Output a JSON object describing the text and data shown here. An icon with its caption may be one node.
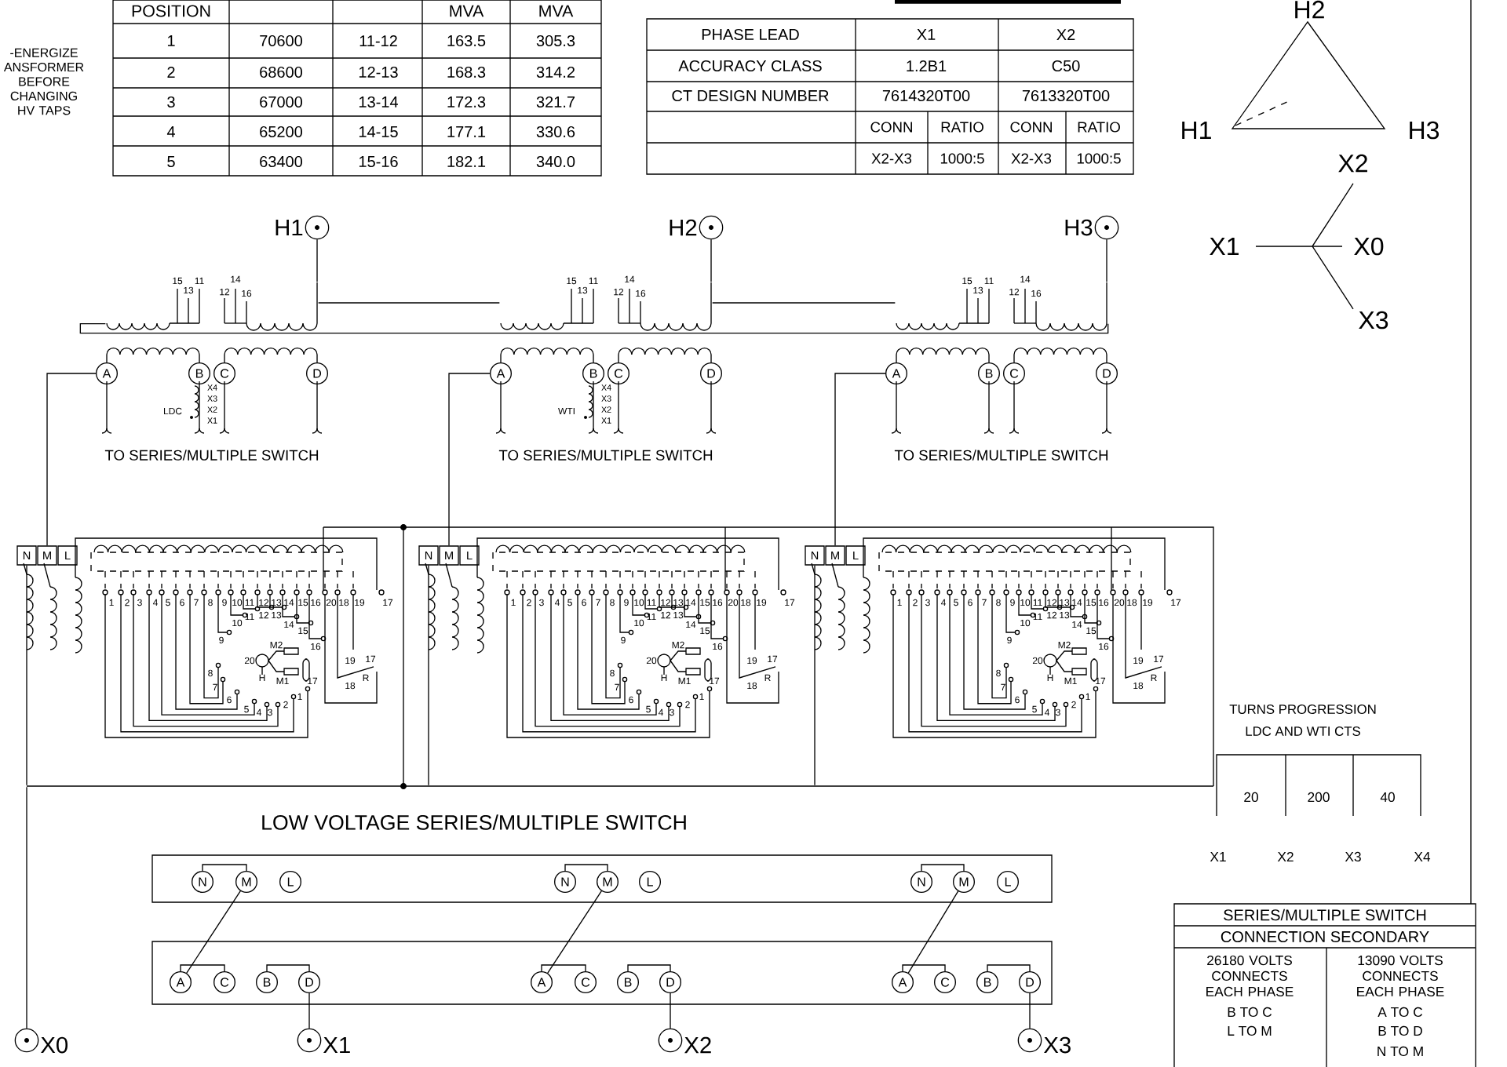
{
  "diagram": {
    "nodes": [
      {
        "text": [],
        "shape": "circle",
        "beside": [
          "H1"
        ]
      },
      {
        "text": [],
        "shape": "circle",
        "beside": [
          "H2"
        ]
      },
      {
        "text": [],
        "shape": "circle",
        "beside": [
          "H3"
        ]
      },
      {
        "text": [
          "A"
        ]
      },
      {
        "text": [
          "B"
        ]
      },
      {
        "text": [
          "C"
        ]
      },
      {
        "text": [
          "D"
        ]
      },
      {
        "text": [
          "A"
        ]
      },
      {
        "text": [
          "B"
        ]
      },
      {
        "text": [
          "C"
        ]
      },
      {
        "text": [
          "D"
        ]
      },
      {
        "text": [
          "A"
        ]
      },
      {
        "text": [
          "B"
        ]
      },
      {
        "text": [
          "C"
        ]
      },
      {
        "text": [
          "D"
        ]
      },
      {
        "text": [
          "N"
        ]
      },
      {
        "text": [
          "M"
        ]
      },
      {
        "text": [
          "L"
        ]
      },
      {
        "text": [
          "N"
        ]
      },
      {
        "text": [
          "M"
        ]
      },
      {
        "text": [
          "L"
        ]
      },
      {
        "text": [
          "N"
        ]
      },
      {
        "text": [
          "M"
        ]
      },
      {
        "text": [
          "L"
        ]
      },
      {
        "text": [
          "N"
        ]
      },
      {
        "text": [
          "M"
        ]
      },
      {
        "text": [
          "L"
        ]
      },
      {
        "text": [
          "N"
        ]
      },
      {
        "text": [
          "M"
        ]
      },
      {
        "text": [
          "L"
        ]
      },
      {
        "text": [
          "N"
        ]
      },
      {
        "text": [
          "M"
        ]
      },
      {
        "text": [
          "L"
        ]
      },
      {
        "text": [
          "A"
        ]
      },
      {
        "text": [
          "C"
        ]
      },
      {
        "text": [
          "B"
        ]
      },
      {
        "text": [
          "D"
        ]
      },
      {
        "text": [
          "A"
        ]
      },
      {
        "text": [
          "C"
        ]
      },
      {
        "text": [
          "B"
        ]
      },
      {
        "text": [
          "D"
        ]
      },
      {
        "text": [
          "A"
        ]
      },
      {
        "text": [
          "C"
        ]
      },
      {
        "text": [
          "B"
        ]
      },
      {
        "text": [
          "D"
        ]
      },
      {
        "text": [],
        "shape": "circle",
        "beside": [
          "X0"
        ]
      },
      {
        "text": [],
        "shape": "circle",
        "beside": [
          "X1"
        ]
      },
      {
        "text": [],
        "shape": "circle",
        "beside": [
          "X2"
        ]
      },
      {
        "text": [],
        "shape": "circle",
        "beside": [
          "X3"
        ]
      },
      {
        "text": [],
        "shape": "coil"
      },
      {
        "text": [],
        "shape": "coil"
      },
      {
        "text": [],
        "shape": "coil"
      },
      {
        "text": [],
        "shape": "bar"
      }
    ],
    "edges": [
      {
        "from": 3,
        "to": 16,
        "arrow": "none"
      },
      {
        "from": 7,
        "to": 19,
        "arrow": "none"
      },
      {
        "from": 11,
        "to": 22,
        "arrow": "none"
      },
      {
        "from": 24,
        "to": 25,
        "arrow": "none"
      },
      {
        "from": 27,
        "to": 28,
        "arrow": "none"
      },
      {
        "from": 30,
        "to": 31,
        "arrow": "none"
      },
      {
        "from": 33,
        "to": 34,
        "arrow": "none"
      },
      {
        "from": 35,
        "to": 36,
        "arrow": "none"
      },
      {
        "from": 37,
        "to": 38,
        "arrow": "none"
      },
      {
        "from": 39,
        "to": 40,
        "arrow": "none"
      },
      {
        "from": 41,
        "to": 42,
        "arrow": "none"
      },
      {
        "from": 43,
        "to": 44,
        "arrow": "none"
      },
      {
        "from": 25,
        "to": 33,
        "arrow": "none"
      },
      {
        "from": 28,
        "to": 37,
        "arrow": "none"
      },
      {
        "from": 31,
        "to": 41,
        "arrow": "none"
      },
      {
        "from": 36,
        "to": 46,
        "arrow": "none"
      },
      {
        "from": 40,
        "to": 47,
        "arrow": "none"
      },
      {
        "from": 44,
        "to": 48,
        "arrow": "none"
      },
      {
        "from": 0,
        "to": 49,
        "arrow": "none"
      },
      {
        "from": 1,
        "to": 50,
        "arrow": "none"
      },
      {
        "from": 2,
        "to": 51,
        "arrow": "none"
      },
      {
        "from": 49,
        "to": 50,
        "arrow": "none"
      },
      {
        "from": 50,
        "to": 51,
        "arrow": "none"
      },
      {
        "from": 49,
        "to": 51,
        "arrow": "none"
      },
      {
        "from": 15,
        "to": 52,
        "arrow": "none"
      },
      {
        "from": 18,
        "to": 52,
        "arrow": "none"
      },
      {
        "from": 21,
        "to": 52,
        "arrow": "none"
      },
      {
        "from": 52,
        "to": 45,
        "arrow": "none"
      },
      {
        "from": 3,
        "to": 4,
        "arrow": "none"
      },
      {
        "from": 5,
        "to": 6,
        "arrow": "none"
      },
      {
        "from": 7,
        "to": 8,
        "arrow": "none"
      },
      {
        "from": 9,
        "to": 10,
        "arrow": "none"
      },
      {
        "from": 11,
        "to": 12,
        "arrow": "none"
      },
      {
        "from": 13,
        "to": 14,
        "arrow": "none"
      }
    ],
    "labels": [
      "POSITION",
      "MVA",
      "MVA",
      "1",
      "70600",
      "11-12",
      "163.5",
      "305.3",
      "2",
      "68600",
      "12-13",
      "168.3",
      "314.2",
      "3",
      "67000",
      "13-14",
      "172.3",
      "321.7",
      "4",
      "65200",
      "14-15",
      "177.1",
      "330.6",
      "5",
      "63400",
      "15-16",
      "182.1",
      "340.0",
      "-ENERGIZE ANSFORMER BEFORE CHANGING HV TAPS",
      "PHASE LEAD",
      "X1",
      "X2",
      "ACCURACY CLASS",
      "1.2B1",
      "C50",
      "CT DESIGN NUMBER",
      "7614320T00",
      "7613320T00",
      "CONN",
      "RATIO",
      "CONN",
      "RATIO",
      "X2-X3",
      "1000:5",
      "X2-X3",
      "1000:5",
      "H2",
      "H1",
      "H3",
      "X2",
      "X1",
      "X0",
      "X3",
      "15",
      "11",
      "13",
      "12",
      "14",
      "16",
      "15",
      "11",
      "13",
      "12",
      "14",
      "16",
      "15",
      "11",
      "13",
      "12",
      "14",
      "16",
      "LDC",
      "X4",
      "X3",
      "X2",
      "X1",
      "WTI",
      "X4",
      "X3",
      "X2",
      "X1",
      "TO SERIES/MULTIPLE SWITCH",
      "TO SERIES/MULTIPLE SWITCH",
      "TO SERIES/MULTIPLE SWITCH",
      "1",
      "2",
      "3",
      "4",
      "5",
      "6",
      "7",
      "8",
      "9",
      "10",
      "11",
      "12",
      "13",
      "14",
      "15",
      "16",
      "20",
      "18",
      "19",
      "17",
      "10",
      "11",
      "12",
      "13",
      "14",
      "15",
      "16",
      "9",
      "8",
      "7",
      "6",
      "5",
      "4",
      "3",
      "2",
      "1",
      "20",
      "H",
      "M2",
      "M1",
      "17",
      "19",
      "17",
      "R",
      "18",
      "1",
      "2",
      "3",
      "4",
      "5",
      "6",
      "7",
      "8",
      "9",
      "10",
      "11",
      "12",
      "13",
      "14",
      "15",
      "16",
      "20",
      "18",
      "19",
      "17",
      "10",
      "11",
      "12",
      "13",
      "14",
      "15",
      "16",
      "9",
      "8",
      "7",
      "6",
      "5",
      "4",
      "3",
      "2",
      "1",
      "20",
      "H",
      "M2",
      "M1",
      "17",
      "19",
      "17",
      "R",
      "18",
      "1",
      "2",
      "3",
      "4",
      "5",
      "6",
      "7",
      "8",
      "9",
      "10",
      "11",
      "12",
      "13",
      "14",
      "15",
      "16",
      "20",
      "18",
      "19",
      "17",
      "10",
      "11",
      "12",
      "13",
      "14",
      "15",
      "16",
      "9",
      "8",
      "7",
      "6",
      "5",
      "4",
      "3",
      "2",
      "1",
      "20",
      "H",
      "M2",
      "M1",
      "17",
      "19",
      "17",
      "R",
      "18",
      "LOW VOLTAGE SERIES/MULTIPLE SWITCH",
      "TURNS PROGRESSION",
      "LDC AND WTI CTS",
      "20",
      "200",
      "40",
      "X1",
      "X2",
      "X3",
      "X4",
      "SERIES/MULTIPLE SWITCH",
      "CONNECTION SECONDARY",
      "26180 VOLTS CONNECTS EACH PHASE",
      "B TO C",
      "L TO M",
      "13090 VOLTS CONNECTS EACH PHASE",
      "A TO C",
      "B TO D",
      "N TO M"
    ]
  }
}
